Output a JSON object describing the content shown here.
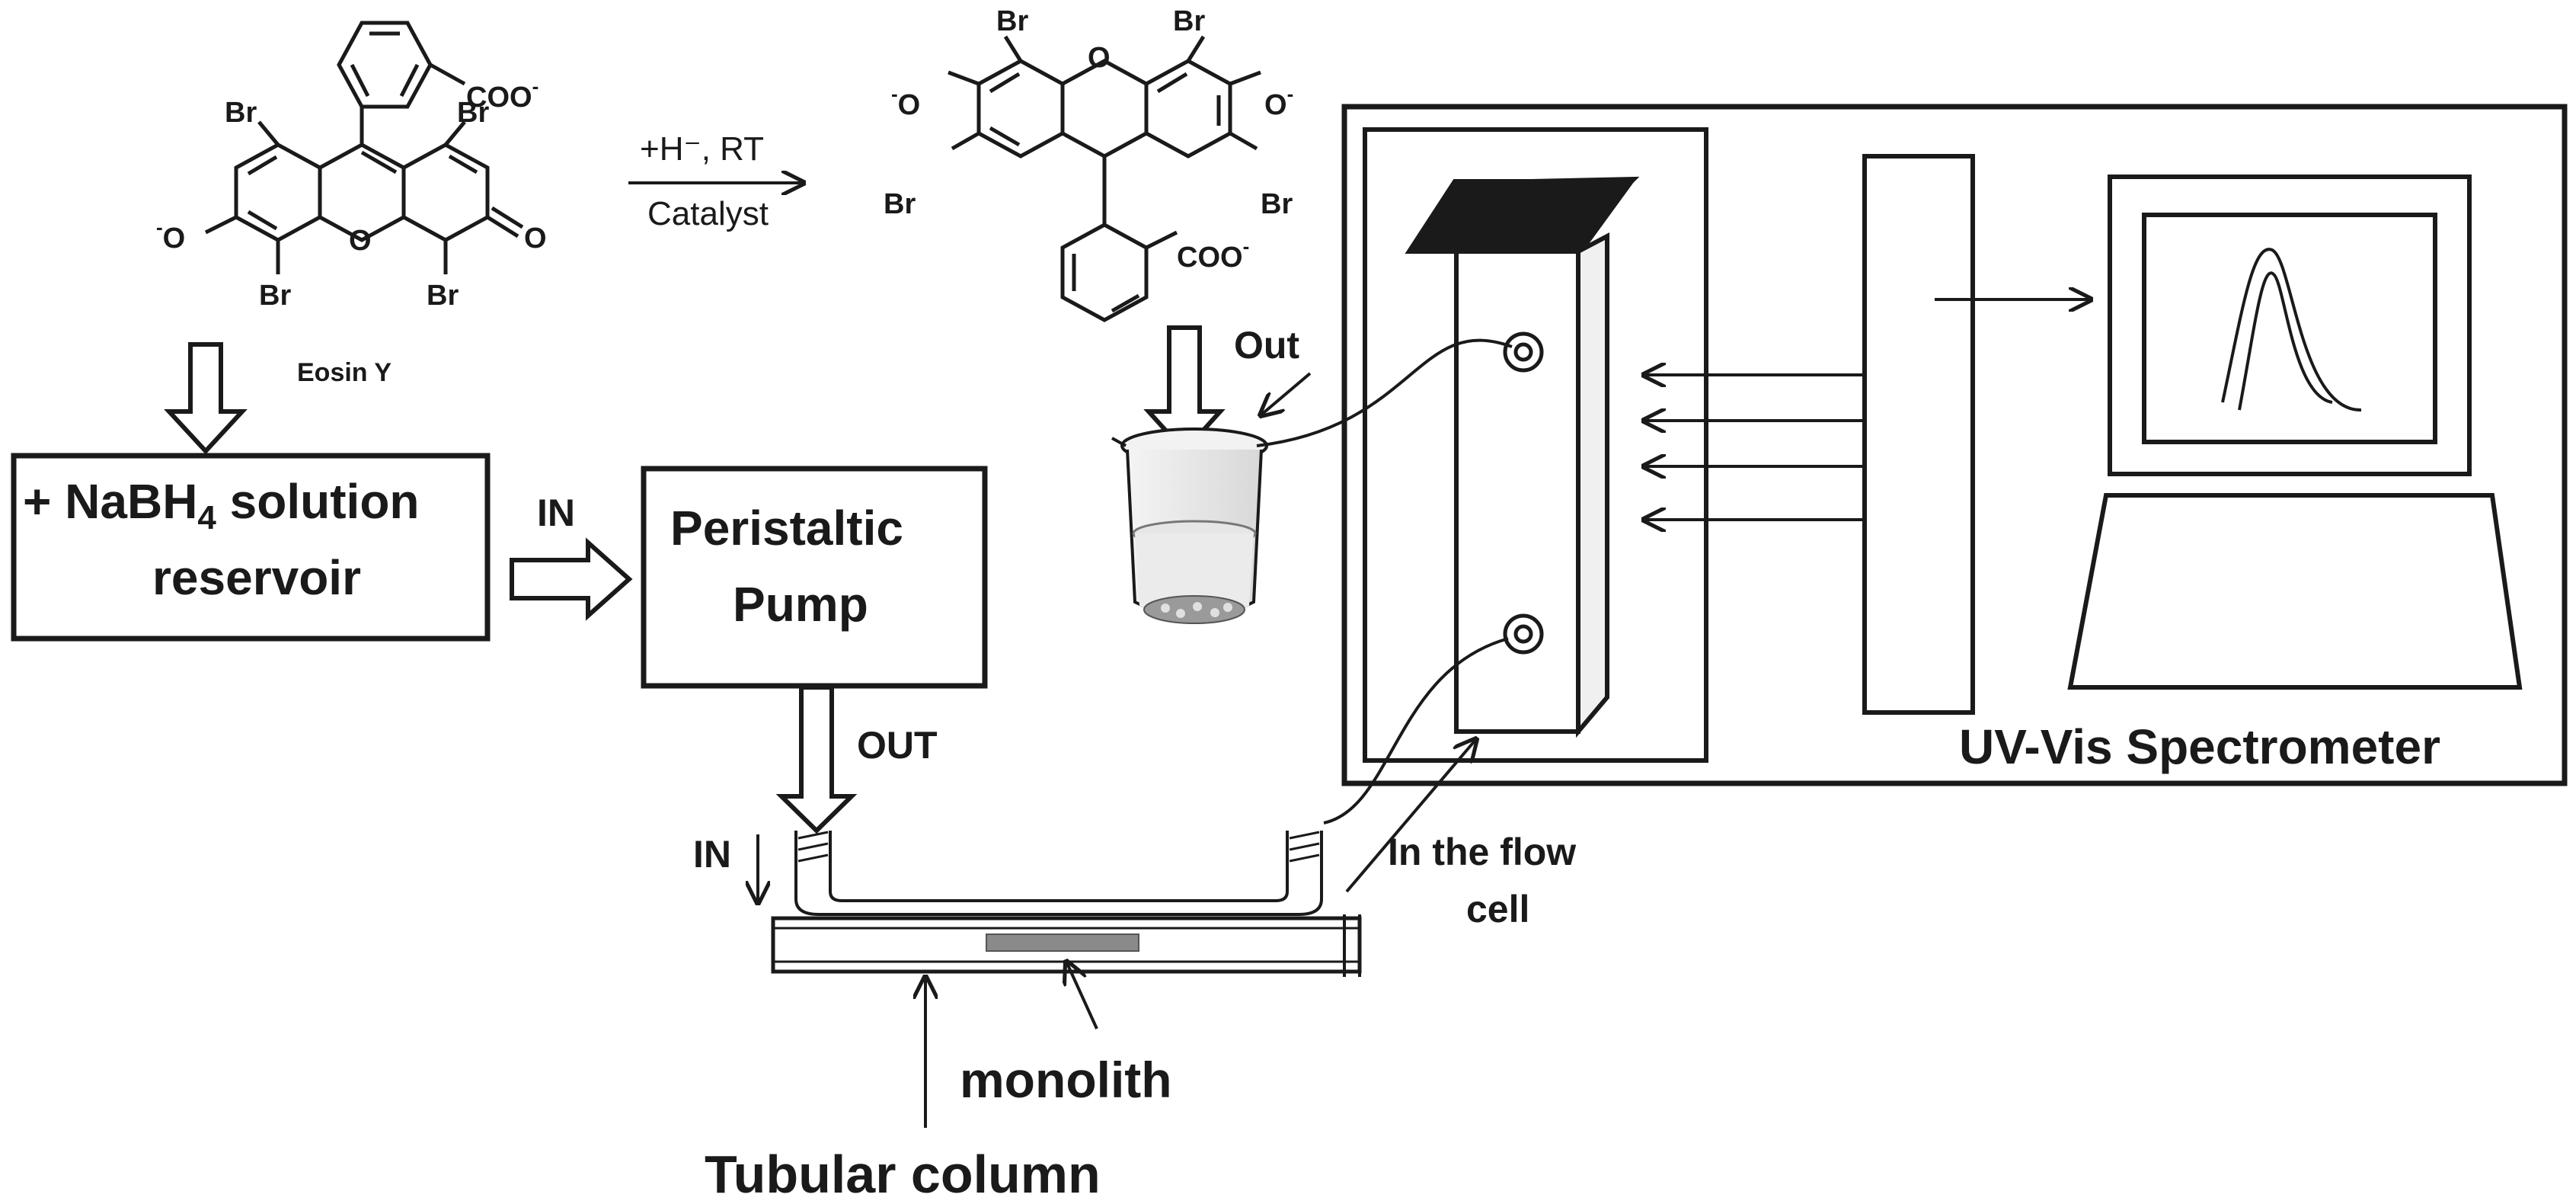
{
  "reactant": {
    "name": "Eosin Y",
    "coo": "COO",
    "charge": "-",
    "br": "Br",
    "o_minus": "O",
    "o": "O"
  },
  "reaction": {
    "reagent": "+H⁻, RT",
    "catalyst": "Catalyst"
  },
  "product": {
    "coo": "COO"
  },
  "reservoir": {
    "line1_prefix": "+ NaBH",
    "sub": "4",
    "line1_suffix": " solution",
    "line2": "reservoir"
  },
  "in_label": "IN",
  "pump": {
    "line1": "Peristaltic",
    "line2": "Pump"
  },
  "out_label": "OUT",
  "beaker_out_label": "Out",
  "column_in_label": "IN",
  "flow_cell_label": {
    "line1": "In the flow",
    "line2": "cell"
  },
  "monolith_label": "monolith",
  "tubular_label": "Tubular column",
  "spectrometer_label": "UV-Vis Spectrometer"
}
